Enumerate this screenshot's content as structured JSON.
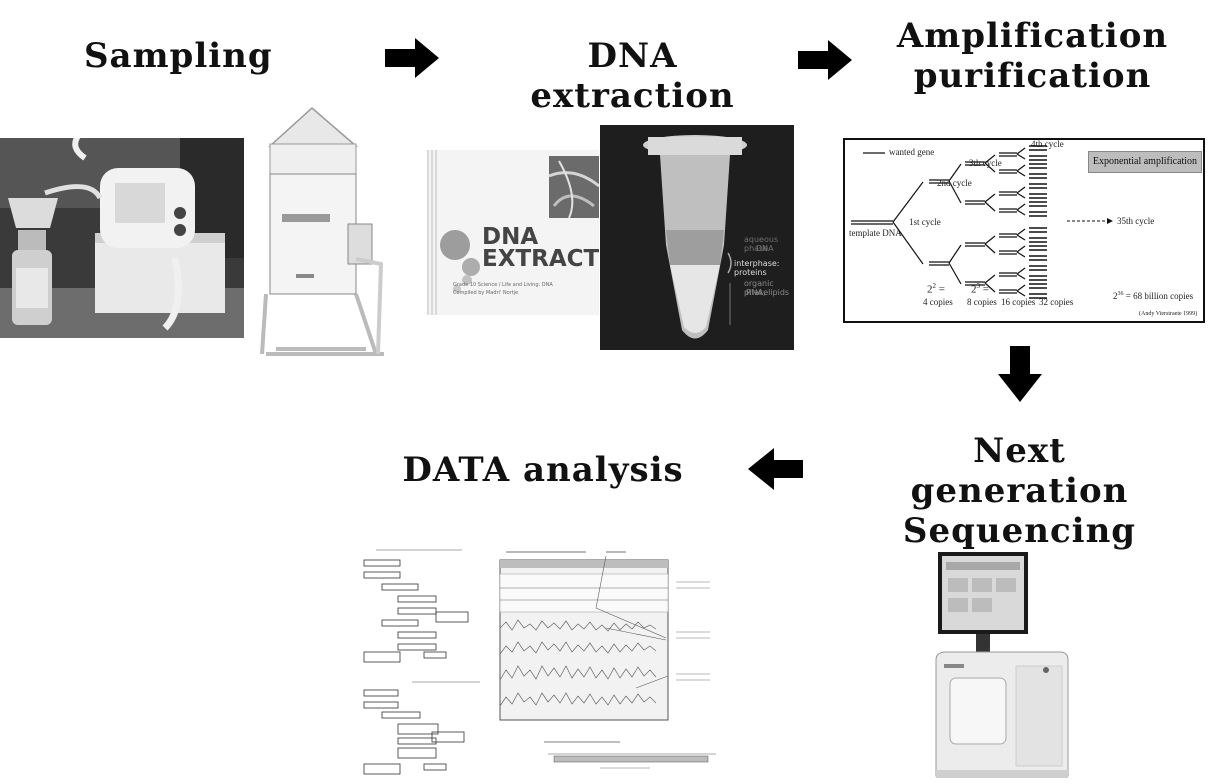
{
  "steps": {
    "sampling": "Sampling",
    "dna_extraction": "DNA extraction",
    "amplification_line1": "Amplification",
    "amplification_line2": "purification",
    "ngs_line1": "Next generation",
    "ngs_line2": "Sequencing",
    "data_analysis": "DATA analysis"
  },
  "dna_slide": {
    "title_line1": "DNA",
    "title_line2": "EXTRACTION",
    "subtitle_line1": "Grade 10 Science / Life and Living: DNA",
    "subtitle_line2": "Compiled by Madri' Nortje"
  },
  "tube_labels": {
    "aqueous": "aqueous phase",
    "aqueous2": "DNA",
    "interphase": "interphase: proteins",
    "organic": "organic phase",
    "organic2": "RNA, lipids"
  },
  "pcr_diagram": {
    "legend": "wanted gene",
    "banner": "Exponential amplification",
    "template": "template DNA",
    "cycle1": "1st cycle",
    "cycle2": "2nd cycle",
    "cycle3": "3th cycle",
    "cycle4": "4th cycle",
    "cycle35": "35th cycle",
    "base1": "2",
    "exp1": "2",
    "copies4": "4 copies",
    "base2": "2",
    "exp2": "3",
    "copies8": "8 copies",
    "copies16": "16 copies",
    "copies32": "32 copies",
    "big_base": "2",
    "big_exp": "36",
    "big_value": "= 68 billion copies",
    "credit": "(Andy Vierstraete 1999)"
  },
  "icons": {
    "arrow_right": "arrow-right-icon",
    "arrow_down": "arrow-down-icon",
    "arrow_left": "arrow-left-icon"
  }
}
